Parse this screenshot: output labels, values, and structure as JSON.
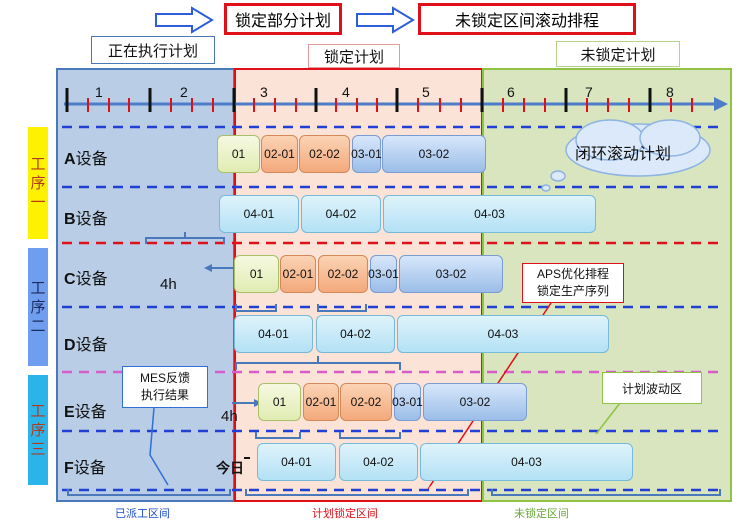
{
  "header": {
    "title_locked_partial": "锁定部分计划",
    "title_unlocked_rolling": "未锁定区间滚动排程"
  },
  "zones": {
    "executing_label": "正在执行计划",
    "locked_label": "锁定计划",
    "unlocked_label": "未锁定计划"
  },
  "timeline": {
    "ticks": [
      "1",
      "2",
      "3",
      "4",
      "5",
      "6",
      "7",
      "8"
    ]
  },
  "processes": [
    {
      "label": "工\n序\n一",
      "color": "#fff200"
    },
    {
      "label": "工\n序\n二",
      "color": "#6f9df0"
    },
    {
      "label": "工\n序\n三",
      "color": "#2ab4ea"
    }
  ],
  "equipment": [
    {
      "letter": "A",
      "suffix": "设备"
    },
    {
      "letter": "B",
      "suffix": "设备"
    },
    {
      "letter": "C",
      "suffix": "设备"
    },
    {
      "letter": "D",
      "suffix": "设备"
    },
    {
      "letter": "E",
      "suffix": "设备"
    },
    {
      "letter": "F",
      "suffix": "设备"
    }
  ],
  "tasks": {
    "a": [
      "01",
      "02-01",
      "02-02",
      "03-01",
      "03-02"
    ],
    "b": [
      "04-01",
      "04-02",
      "04-03"
    ],
    "c": [
      "01",
      "02-01",
      "02-02",
      "03-01",
      "03-02"
    ],
    "d": [
      "04-01",
      "04-02",
      "04-03"
    ],
    "e": [
      "01",
      "02-01",
      "02-02",
      "03-01",
      "03-02"
    ],
    "f": [
      "04-01",
      "04-02",
      "04-03"
    ]
  },
  "annotations": {
    "cloud": "闭环滚动计划",
    "aps": "APS优化排程\n锁定生产序列",
    "mes": "MES反馈\n执行结果",
    "fluctuation": "计划波动区",
    "four_h_c": "4h",
    "four_h_e": "4h",
    "today": "今日"
  },
  "bottom_labels": {
    "dispatched": "已派工区间",
    "locked": "计划锁定区间",
    "unlocked": "未锁定区间"
  },
  "colors": {
    "executing_zone": "#b9cde6",
    "locked_zone": "#fbe3d7",
    "unlocked_zone": "#d8e5bf",
    "red_accent": "#e0101a",
    "blue_accent": "#1f4fd6"
  }
}
